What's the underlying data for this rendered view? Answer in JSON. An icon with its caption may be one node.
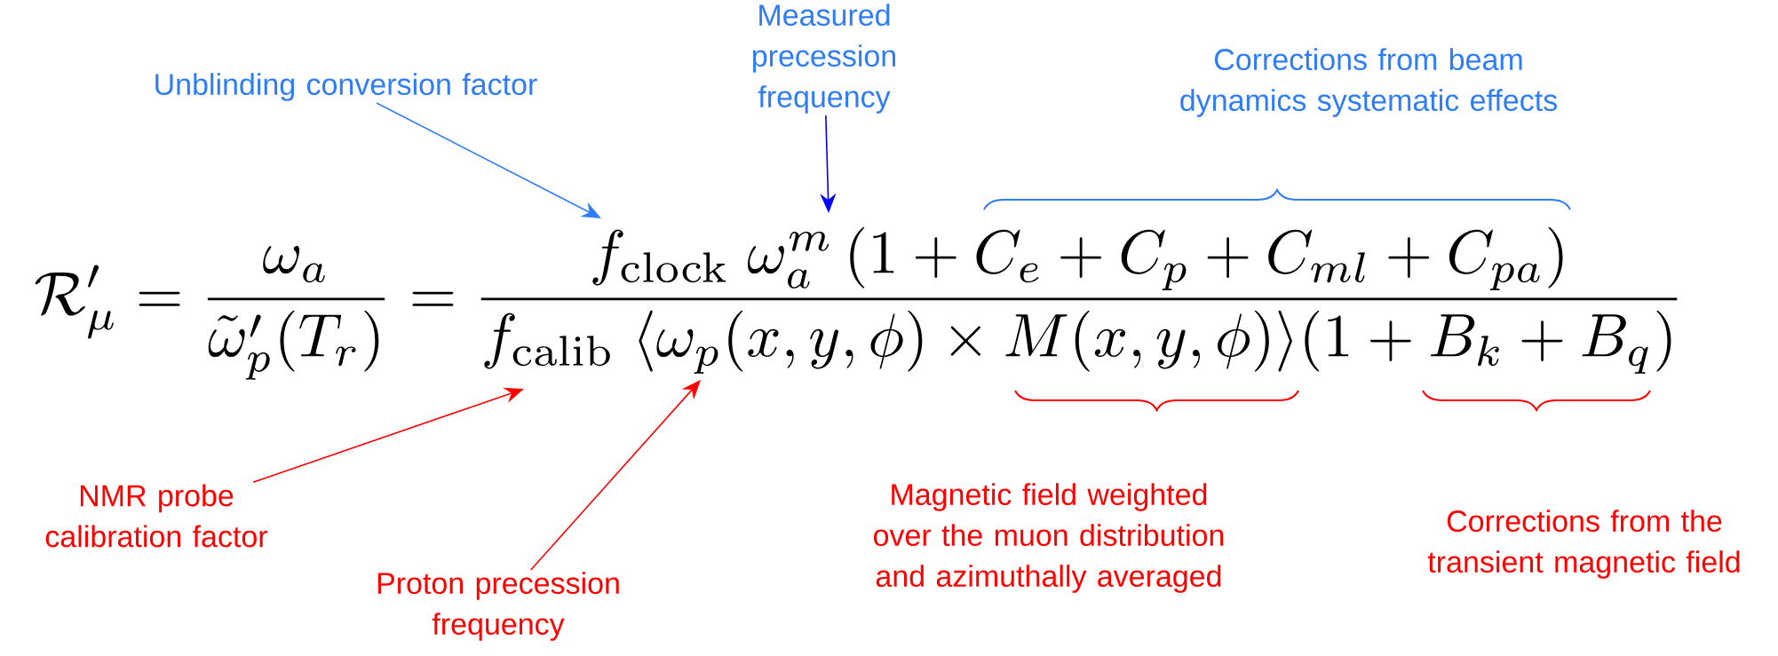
{
  "diagram": {
    "nodes": [
      {
        "text": [
          "Unblinding conversion factor"
        ]
      },
      {
        "text": [
          "Measured precession frequency"
        ]
      },
      {
        "text": [
          "Corrections from beam dynamics systematic effects"
        ]
      },
      {
        "text": [
          "NMR probe calibration factor"
        ]
      },
      {
        "text": [
          "Proton precession frequency"
        ]
      },
      {
        "text": [
          "Magnetic field weighted over the muon distribution and azimuthally averaged"
        ]
      },
      {
        "text": [
          "Corrections from the transient magnetic field"
        ]
      },
      {
        "text": [
          "\\mathcal{R}'_\\mu = \\frac{\\omega_a}{\\tilde{\\omega}'_p(T_r)} = \\frac{f_{\\mathrm{clock}}\\;\\omega_a^m\\,(1+C_e+C_p+C_{ml}+C_{pa})}{f_{\\mathrm{calib}}\\;\\langle\\omega_p(x,y,\\phi)\\times M(x,y,\\phi)\\rangle(1+B_k+B_q)}"
        ]
      }
    ],
    "edges": [
      {
        "from": 0,
        "to": 7,
        "arrow": "to",
        "color": "#2f7df6"
      },
      {
        "from": 1,
        "to": 7,
        "arrow": "to",
        "color": "#0000ff"
      },
      {
        "from": 3,
        "to": 7,
        "arrow": "to",
        "color": "#ff0000"
      },
      {
        "from": 4,
        "to": 7,
        "arrow": "to",
        "color": "#ff0000"
      }
    ]
  }
}
